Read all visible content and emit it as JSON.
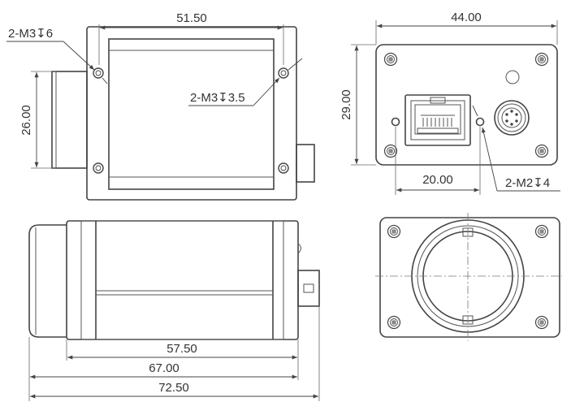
{
  "dimensions": {
    "top_width": "51.50",
    "top_height": "26.00",
    "top_hole_left": "2-M3↧6",
    "top_hole_right": "2-M3↧3.5",
    "back_width": "44.00",
    "back_height": "29.00",
    "back_hole_spacing": "20.00",
    "back_hole_callout": "2-M2↧4",
    "length_body": "57.50",
    "length_with_lens_mount": "67.00",
    "length_overall": "72.50"
  },
  "colors": {
    "line": "#444444",
    "background": "#ffffff"
  }
}
